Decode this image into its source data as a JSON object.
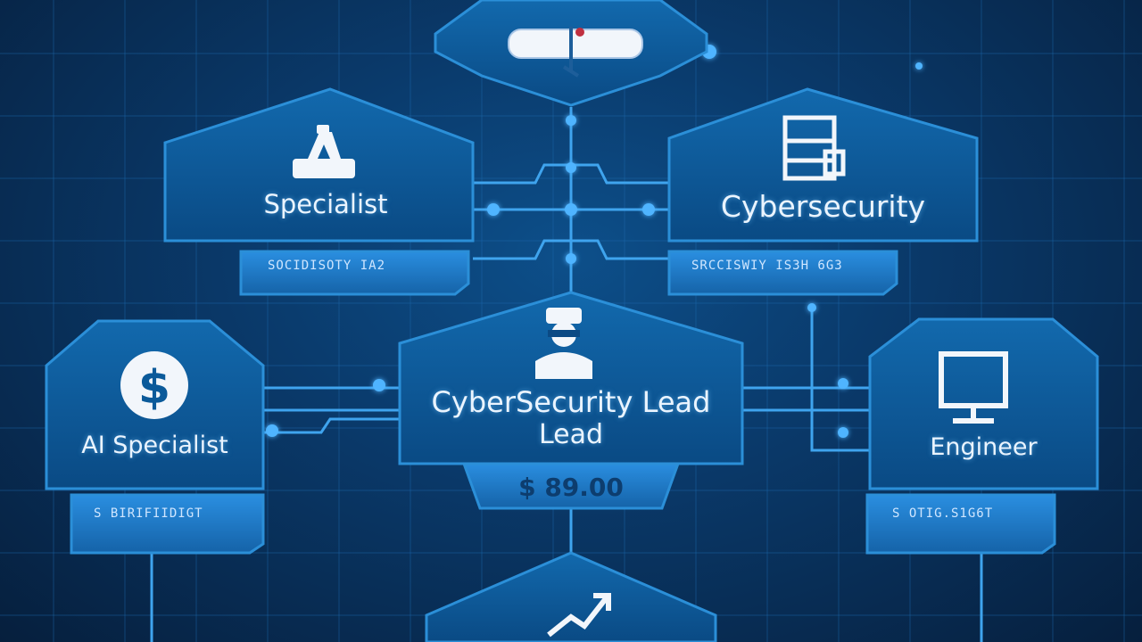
{
  "nodes": {
    "specialist": {
      "label": "Specialist",
      "code": "SOCIDISOTY IA2"
    },
    "cybersecurity": {
      "label": "Cybersecurity",
      "code": "SRCCISWIY IS3H 6G3"
    },
    "lead": {
      "title": "CyberSecurity Lead",
      "subtitle": "Lead",
      "salary": "$ 89.00"
    },
    "ai_specialist": {
      "label": "AI Specialist",
      "code": "S BIRIFIIDIGT"
    },
    "engineer": {
      "label": "Engineer",
      "code": "S OTIG.S1G6T"
    }
  },
  "icons": {
    "top": "diploma-scroll-icon",
    "specialist": "robot-arm-icon",
    "cybersecurity": "server-rack-icon",
    "lead": "person-avatar-icon",
    "ai_specialist": "dollar-coin-icon",
    "engineer": "monitor-icon",
    "bottom": "growth-chart-icon"
  },
  "colors": {
    "node_fill": "#0b5a9a",
    "node_border": "#2b8fd8",
    "connector": "#3fa4ee",
    "bar_fill": "#1f7fcf"
  }
}
